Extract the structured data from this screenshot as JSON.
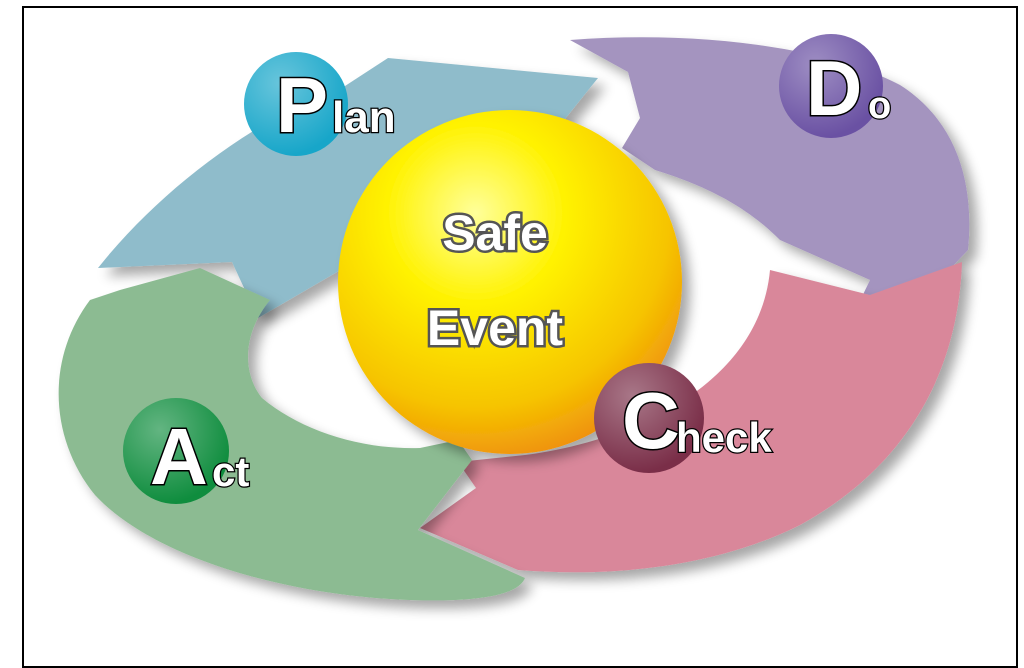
{
  "diagram": {
    "center": {
      "line1": "Safe",
      "line2": "Event"
    },
    "stages": {
      "plan": {
        "letter": "P",
        "rest": "lan",
        "arrow_color": "#8fbccb",
        "badge_color": "#17a6c9"
      },
      "do": {
        "letter": "D",
        "rest": "o",
        "arrow_color": "#a494bf",
        "badge_color": "#6a51a3"
      },
      "check": {
        "letter": "C",
        "rest": "heck",
        "arrow_color": "#d9879a",
        "badge_color": "#7a2e48"
      },
      "act": {
        "letter": "A",
        "rest": "ct",
        "arrow_color": "#8cbb92",
        "badge_color": "#0f8d3e"
      }
    }
  }
}
